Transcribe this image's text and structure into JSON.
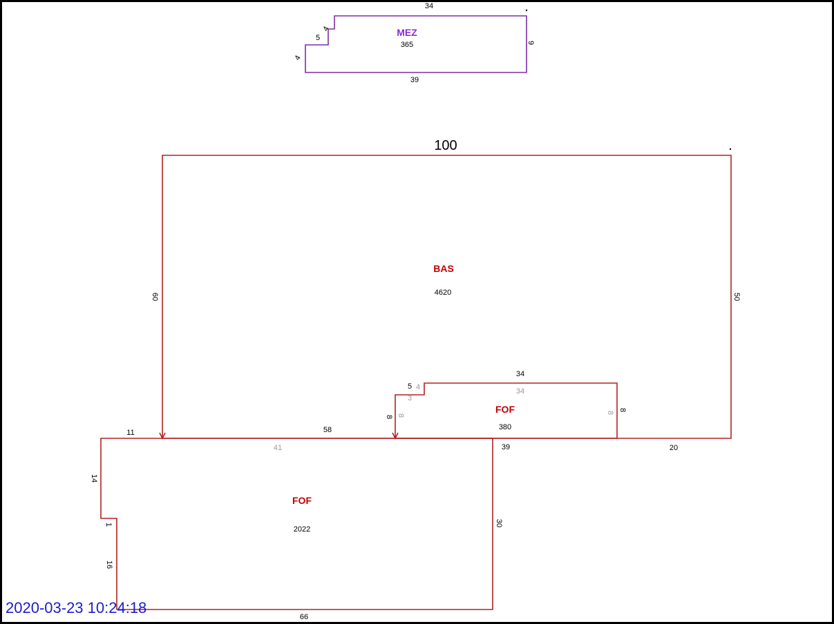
{
  "sketch": {
    "mez": {
      "label": "MEZ",
      "area": "365",
      "dims": {
        "top": "34",
        "bottom": "39",
        "right": "9",
        "step_left": "5",
        "step_upper": "4",
        "left": "4"
      }
    },
    "bas": {
      "label": "BAS",
      "area": "4620",
      "dims": {
        "top": "100",
        "left": "60",
        "right": "50",
        "bottom_right": "20"
      }
    },
    "fof_small": {
      "label": "FOF",
      "area": "380",
      "dims": {
        "top": "34",
        "top_ghost": "34",
        "right": "8",
        "right_ghost": "8",
        "left": "8",
        "left_ghost": "8",
        "step": "5",
        "step_ghost": "4",
        "step_ghost2": "3",
        "bottom": "39"
      }
    },
    "fof_large": {
      "label": "FOF",
      "area": "2022",
      "dims": {
        "top_left": "11",
        "top": "58",
        "top_ghost": "41",
        "right": "30",
        "left_upper": "14",
        "notch": "1",
        "left_lower": "16",
        "bottom": "66"
      }
    }
  },
  "colors": {
    "bas_fof": "#b22222",
    "mez": "#7b2fa8",
    "timestamp": "#1c1ccc"
  },
  "timestamp": "2020-03-23 10:24:18"
}
